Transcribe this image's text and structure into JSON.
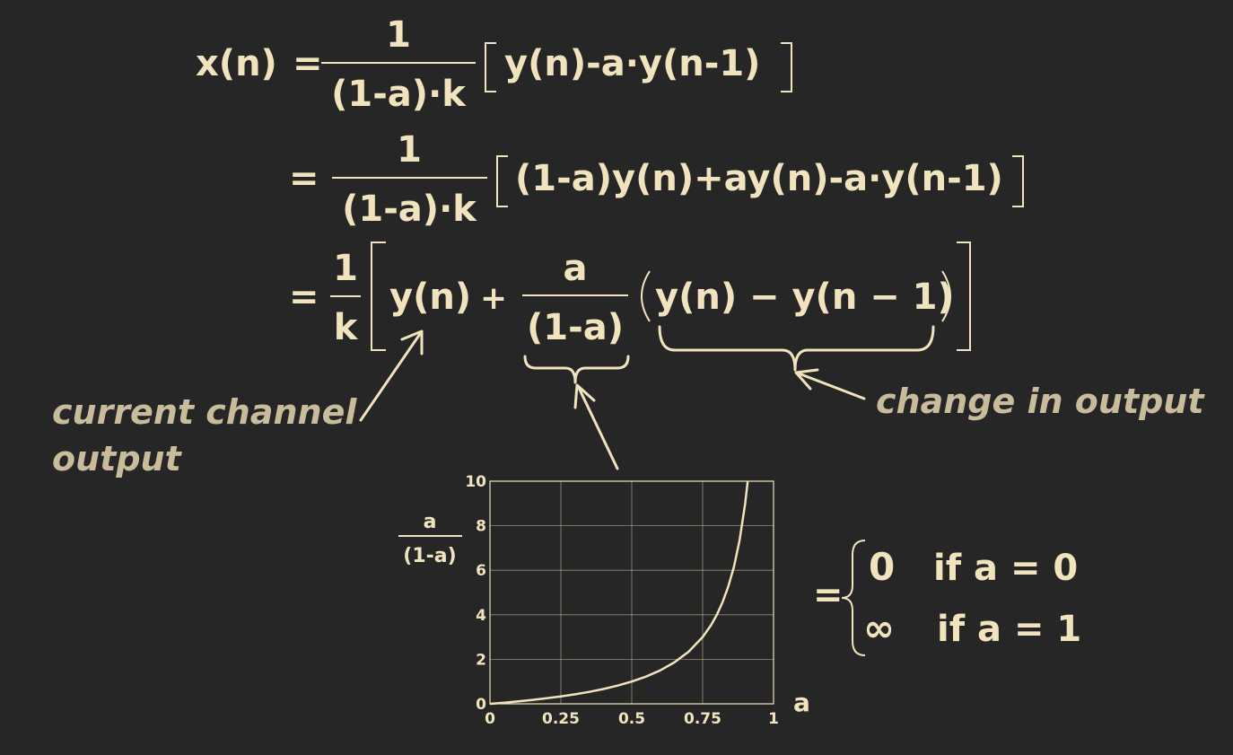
{
  "equations": {
    "line1": {
      "lhs": "x(n)",
      "eq": "=",
      "num": "1",
      "den": "(1-a)·k",
      "bracket": "y(n)-a·y(n-1)"
    },
    "line2": {
      "eq": "=",
      "num": "1",
      "den": "(1-a)·k",
      "bracket": "(1-a)y(n)+ay(n)-a·y(n-1)"
    },
    "line3": {
      "eq": "=",
      "num": "1",
      "den": "k",
      "term1": "y(n)",
      "plus": "+",
      "frac_num": "a",
      "frac_den": "(1-a)",
      "paren": "y(n) − y(n − 1)"
    }
  },
  "annotations": {
    "current_channel_line1": "current channel",
    "current_channel_line2": "output",
    "change_in_output": "change in output"
  },
  "piecewise": {
    "eq": "=",
    "case1_value": "0",
    "case1_cond": "if a = 0",
    "case2_value": "∞",
    "case2_cond": "if a = 1"
  },
  "chart_data": {
    "type": "line",
    "function": "a/(1-a)",
    "ylabel_num": "a",
    "ylabel_den": "(1-a)",
    "xlabel": "a",
    "xlim": [
      0,
      1
    ],
    "ylim": [
      0,
      10
    ],
    "xticks": [
      "0",
      "0.25",
      "0.5",
      "0.75",
      "1"
    ],
    "yticks": [
      "0",
      "2",
      "4",
      "6",
      "8",
      "10"
    ],
    "grid": true,
    "series": [
      {
        "x": [
          0,
          0.05,
          0.1,
          0.15,
          0.2,
          0.25,
          0.3,
          0.35,
          0.4,
          0.45,
          0.5,
          0.55,
          0.6,
          0.65,
          0.7,
          0.75,
          0.78,
          0.8,
          0.82,
          0.84,
          0.86,
          0.88,
          0.9,
          0.909
        ],
        "y": [
          0,
          0.053,
          0.111,
          0.176,
          0.25,
          0.333,
          0.429,
          0.538,
          0.667,
          0.818,
          1.0,
          1.222,
          1.5,
          1.857,
          2.333,
          3.0,
          3.545,
          4.0,
          4.556,
          5.25,
          6.143,
          7.333,
          9.0,
          10.0
        ]
      }
    ],
    "color": "#f1e3be"
  }
}
